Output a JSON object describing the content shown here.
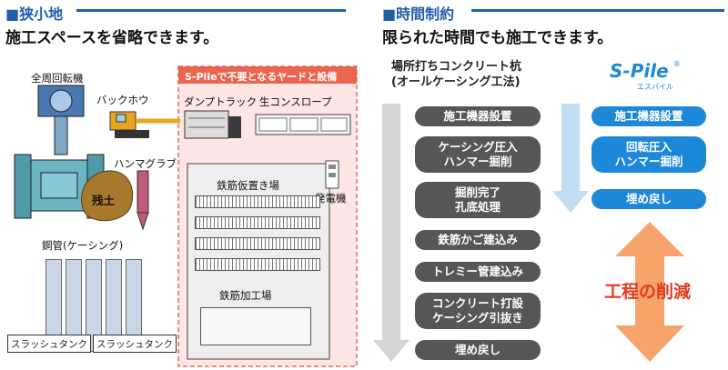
{
  "left": {
    "section_title": "■狭小地",
    "subtitle": "施工スペースを省略できます。",
    "labels": {
      "rig": "全周回転機",
      "backhoe": "バックホウ",
      "dump": "ダンプトラック",
      "slope": "生コンスロープ",
      "grab": "ハンマグラブ",
      "soil": "残土",
      "pipe": "鋼管(ケーシング)",
      "zone": "S-Pileで不要となるヤードと設備",
      "rebar_storage": "鉄筋仮置き場",
      "generator": "発電機",
      "rebar_work": "鉄筋加工場",
      "tank1": "スラッシュタンク",
      "tank2": "スラッシュタンク"
    }
  },
  "right": {
    "section_title": "■時間制約",
    "subtitle": "限られた時間でも施工できます。",
    "conv_heading": "場所打ちコンクリート杭\n(オールケーシング工法)",
    "logo_main": "S-Pile",
    "logo_reg": "®",
    "logo_sub": "エスパイル",
    "conv_steps": [
      "施工機器設置",
      "ケーシング圧入\nハンマー掘削",
      "掘削完了\n孔底処理",
      "鉄筋かご建込み",
      "トレミー管建込み",
      "コンクリート打設\nケーシング引抜き",
      "埋め戻し"
    ],
    "spile_steps": [
      "施工機器設置",
      "回転圧入\nハンマー掘削",
      "埋め戻し"
    ],
    "reduction": "工程の削減"
  },
  "colors": {
    "accent": "#1f5fa8",
    "pill_dark": "#565656",
    "pill_blue": "#1d88d8",
    "reduction": "#e23a1e"
  }
}
